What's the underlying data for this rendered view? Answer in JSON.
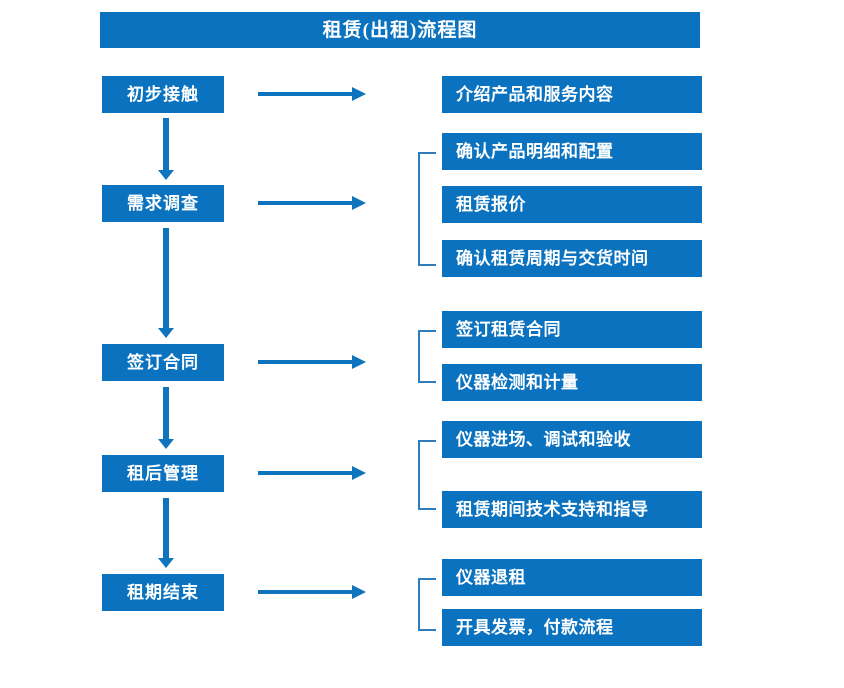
{
  "diagram": {
    "title": "租赁(出租)流程图",
    "accent_color": "#0B72BF",
    "arrow_color": "#0E74BD",
    "bracket_color": "#2E7EBF",
    "text_color": "#FFFFFF",
    "background_color": "#FFFFFF"
  },
  "stages": [
    {
      "label": "初步接触"
    },
    {
      "label": "需求调查"
    },
    {
      "label": "签订合同"
    },
    {
      "label": "租后管理"
    },
    {
      "label": "租期结束"
    }
  ],
  "details": [
    {
      "label": "介绍产品和服务内容"
    },
    {
      "label": "确认产品明细和配置"
    },
    {
      "label": "租赁报价"
    },
    {
      "label": "确认租赁周期与交货时间"
    },
    {
      "label": "签订租赁合同"
    },
    {
      "label": "仪器检测和计量"
    },
    {
      "label": "仪器进场、调试和验收"
    },
    {
      "label": "租赁期间技术支持和指导"
    },
    {
      "label": "仪器退租"
    },
    {
      "label": "开具发票，付款流程"
    }
  ],
  "groups": [
    {
      "stage": "需求调查",
      "detail_indexes": [
        1,
        2,
        3
      ]
    },
    {
      "stage": "签订合同",
      "detail_indexes": [
        4,
        5
      ]
    },
    {
      "stage": "租后管理",
      "detail_indexes": [
        6,
        7
      ]
    },
    {
      "stage": "租期结束",
      "detail_indexes": [
        8,
        9
      ]
    }
  ]
}
